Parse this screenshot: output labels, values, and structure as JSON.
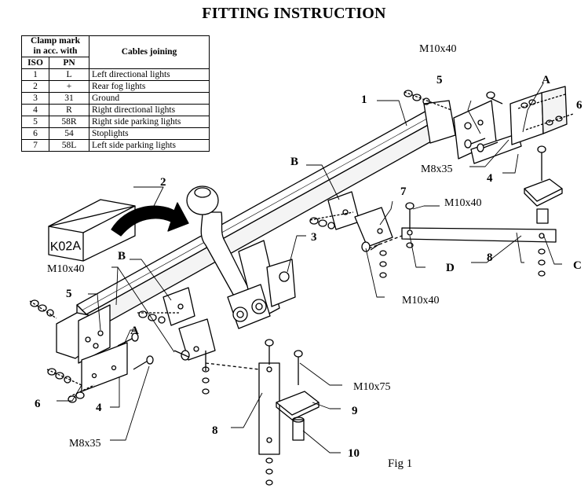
{
  "title": "FITTING INSTRUCTION",
  "table": {
    "header_clamp": [
      "Clamp mark",
      "in acc. with"
    ],
    "header_cables": "Cables joining",
    "col_iso": "ISO",
    "col_pn": "PN",
    "rows": [
      {
        "iso": "1",
        "pn": "L",
        "desc": "Left directional lights"
      },
      {
        "iso": "2",
        "pn": "+",
        "desc": "Rear fog lights"
      },
      {
        "iso": "3",
        "pn": "31",
        "desc": "Ground"
      },
      {
        "iso": "4",
        "pn": "R",
        "desc": "Right directional lights"
      },
      {
        "iso": "5",
        "pn": "58R",
        "desc": "Right side parking lights"
      },
      {
        "iso": "6",
        "pn": "54",
        "desc": "Stoplights"
      },
      {
        "iso": "7",
        "pn": "58L",
        "desc": "Left side parking lights"
      }
    ]
  },
  "box_label": "K02A",
  "part_numbers": {
    "n1": "1",
    "n2": "2",
    "n3": "3",
    "n4a": "4",
    "n4b": "4",
    "n5a": "5",
    "n5b": "5",
    "n6a": "6",
    "n6b": "6",
    "n7": "7",
    "n8a": "8",
    "n8b": "8",
    "n9": "9",
    "n10": "10"
  },
  "letters": {
    "A1": "A",
    "A2": "A",
    "B1": "B",
    "B2": "B",
    "C": "C",
    "D": "D"
  },
  "bolts": {
    "m10x40_top": "M10x40",
    "m8x35_top": "M8x35",
    "m10x40_mid": "M10x40",
    "m10x40_right": "M10x40",
    "m10x40_left": "M10x40",
    "m8x35_left": "M8x35",
    "m10x75": "M10x75"
  },
  "fig_label": "Fig 1"
}
